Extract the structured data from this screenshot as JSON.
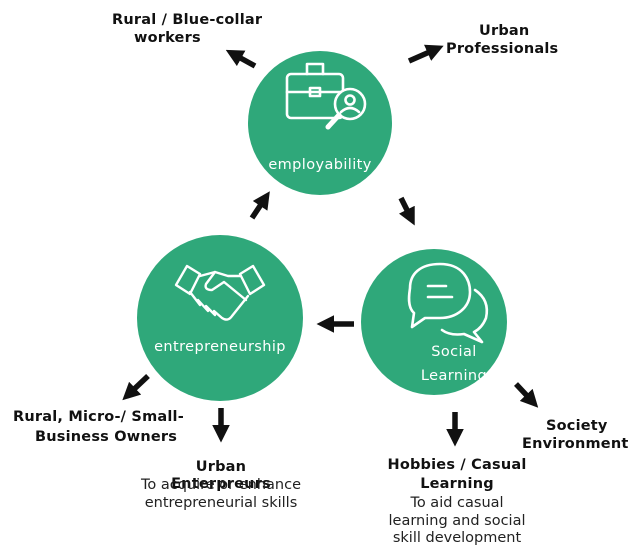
{
  "colors": {
    "circle": "#2fa87a",
    "icon_stroke": "#ffffff",
    "arrow": "#111111"
  },
  "nodes": {
    "employability": {
      "label": "employability",
      "icon": "briefcase-search-icon"
    },
    "entrepreneurship": {
      "label": "entrepreneurship",
      "icon": "handshake-icon"
    },
    "social_learning": {
      "line1": "Social",
      "line2": "Learning",
      "icon": "chat-bubbles-icon"
    }
  },
  "targets": {
    "rural_blue_collar": {
      "line1": "Rural / Blue-collar",
      "line2": "workers"
    },
    "urban_professionals": {
      "line1": "Urban",
      "line2": "Professionals"
    },
    "rural_micro": {
      "line1": "Rural, Micro-/ Small-",
      "line2": "Business Owners"
    },
    "urban_entrepreneurs": {
      "title": "Urban Enterpreurs",
      "desc1": "To acquire or enhance",
      "desc2": "entrepreneurial skills"
    },
    "hobbies": {
      "title1": "Hobbies / Casual",
      "title2": "Learning",
      "desc1": "To aid casual",
      "desc2": "learning and social",
      "desc3": "skill development"
    },
    "society": {
      "line1": "Society",
      "line2": "Environment"
    }
  }
}
